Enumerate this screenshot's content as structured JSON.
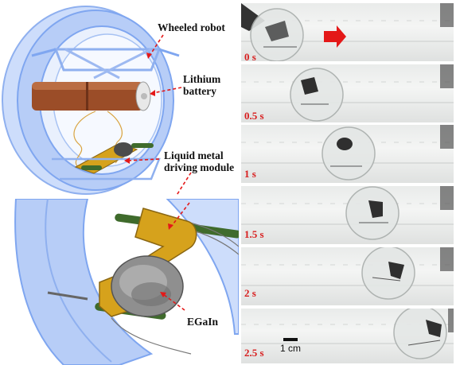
{
  "labels": {
    "wheeled_robot": "Wheeled robot",
    "lithium_line1": "Lithium",
    "lithium_line2": "battery",
    "lm_line1": "Liquid metal",
    "lm_line2": "driving module",
    "egain": "EGaIn"
  },
  "timeline": {
    "frames": [
      {
        "time": "0 s"
      },
      {
        "time": "0.5 s"
      },
      {
        "time": "1 s"
      },
      {
        "time": "1.5 s"
      },
      {
        "time": "2 s"
      },
      {
        "time": "2.5 s"
      }
    ],
    "scale_bar": "1 cm"
  },
  "colors": {
    "wheel_blue": "#7fa6f0",
    "battery_copper": "#a4532c",
    "module_gold": "#d6a21c",
    "axle_green": "#3f6b2c",
    "time_red": "#d81e1e",
    "arrow_red": "#e41818"
  }
}
